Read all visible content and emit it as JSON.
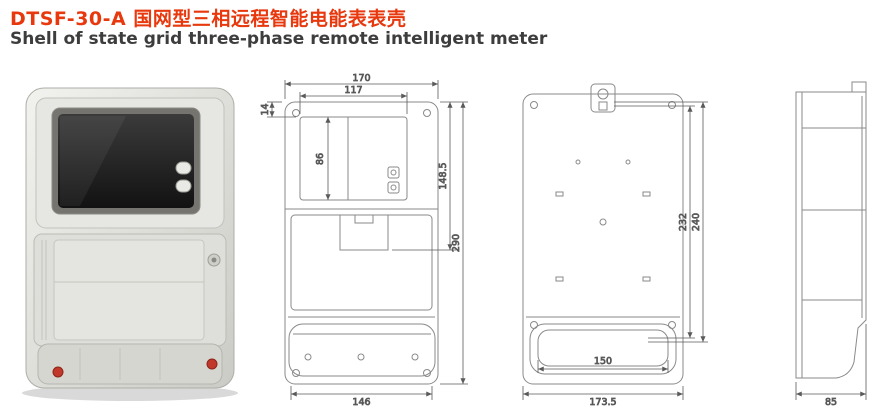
{
  "page": {
    "title_cn": "DTSF-30-A 国网型三相远程智能电能表表壳",
    "title_en": "Shell of state grid three-phase remote intelligent meter"
  },
  "drawings": {
    "front": {
      "dims": {
        "overall_width": "170",
        "window_width": "117",
        "top_offset": "14",
        "window_height": "86",
        "upper_height": "148.5",
        "overall_height": "290",
        "bottom_width": "146"
      }
    },
    "back": {
      "dims": {
        "mount_height": "232",
        "overall_height": "240",
        "inner_width": "150",
        "overall_width": "173.5"
      }
    },
    "side": {
      "dims": {
        "depth": "85"
      }
    }
  },
  "colors": {
    "title_red": "#e8380d",
    "subtitle_gray": "#3d3d3d",
    "drawing_line": "#8a8a8a",
    "dimension_line": "#5a5a5a"
  }
}
